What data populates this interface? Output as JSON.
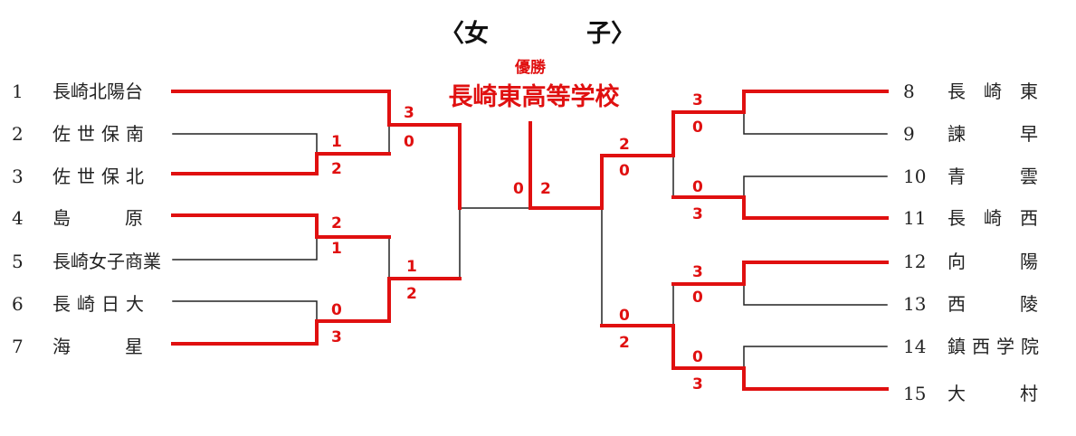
{
  "title": "〈女　　　　子〉",
  "champion": {
    "label": "優勝",
    "name": "長崎東高等学校"
  },
  "colors": {
    "win": "#e01010",
    "loss": "#222222",
    "text": "#222222"
  },
  "left_teams": [
    {
      "seed": "1",
      "name": "長崎北陽台"
    },
    {
      "seed": "2",
      "name": "佐世保南"
    },
    {
      "seed": "3",
      "name": "佐世保北"
    },
    {
      "seed": "4",
      "name": "島　　　原"
    },
    {
      "seed": "5",
      "name": "長崎女子商業"
    },
    {
      "seed": "6",
      "name": "長崎日大"
    },
    {
      "seed": "7",
      "name": "海　　　星"
    }
  ],
  "right_teams": [
    {
      "seed": "8",
      "name": "長　崎　東"
    },
    {
      "seed": "9",
      "name": "諫　　　早"
    },
    {
      "seed": "10",
      "name": "青　　　雲"
    },
    {
      "seed": "11",
      "name": "長　崎　西"
    },
    {
      "seed": "12",
      "name": "向　　　陽"
    },
    {
      "seed": "13",
      "name": "西　　　陵"
    },
    {
      "seed": "14",
      "name": "鎮西学院"
    },
    {
      "seed": "15",
      "name": "大　　　村"
    }
  ],
  "scores": {
    "l_r1_2v3": [
      "1",
      "2"
    ],
    "l_r1_4v5": [
      "2",
      "1"
    ],
    "l_r1_6v7": [
      "0",
      "3"
    ],
    "l_r2_1v23": [
      "3",
      "0"
    ],
    "l_r2_45v67": [
      "1",
      "2"
    ],
    "final": [
      "0",
      "2"
    ],
    "r_r1_8v9": [
      "3",
      "0"
    ],
    "r_r1_10v11": [
      "0",
      "3"
    ],
    "r_r1_12v13": [
      "3",
      "0"
    ],
    "r_r1_14v15": [
      "0",
      "3"
    ],
    "r_r2_top": [
      "2",
      "0"
    ],
    "r_r2_bot": [
      "0",
      "2"
    ]
  }
}
